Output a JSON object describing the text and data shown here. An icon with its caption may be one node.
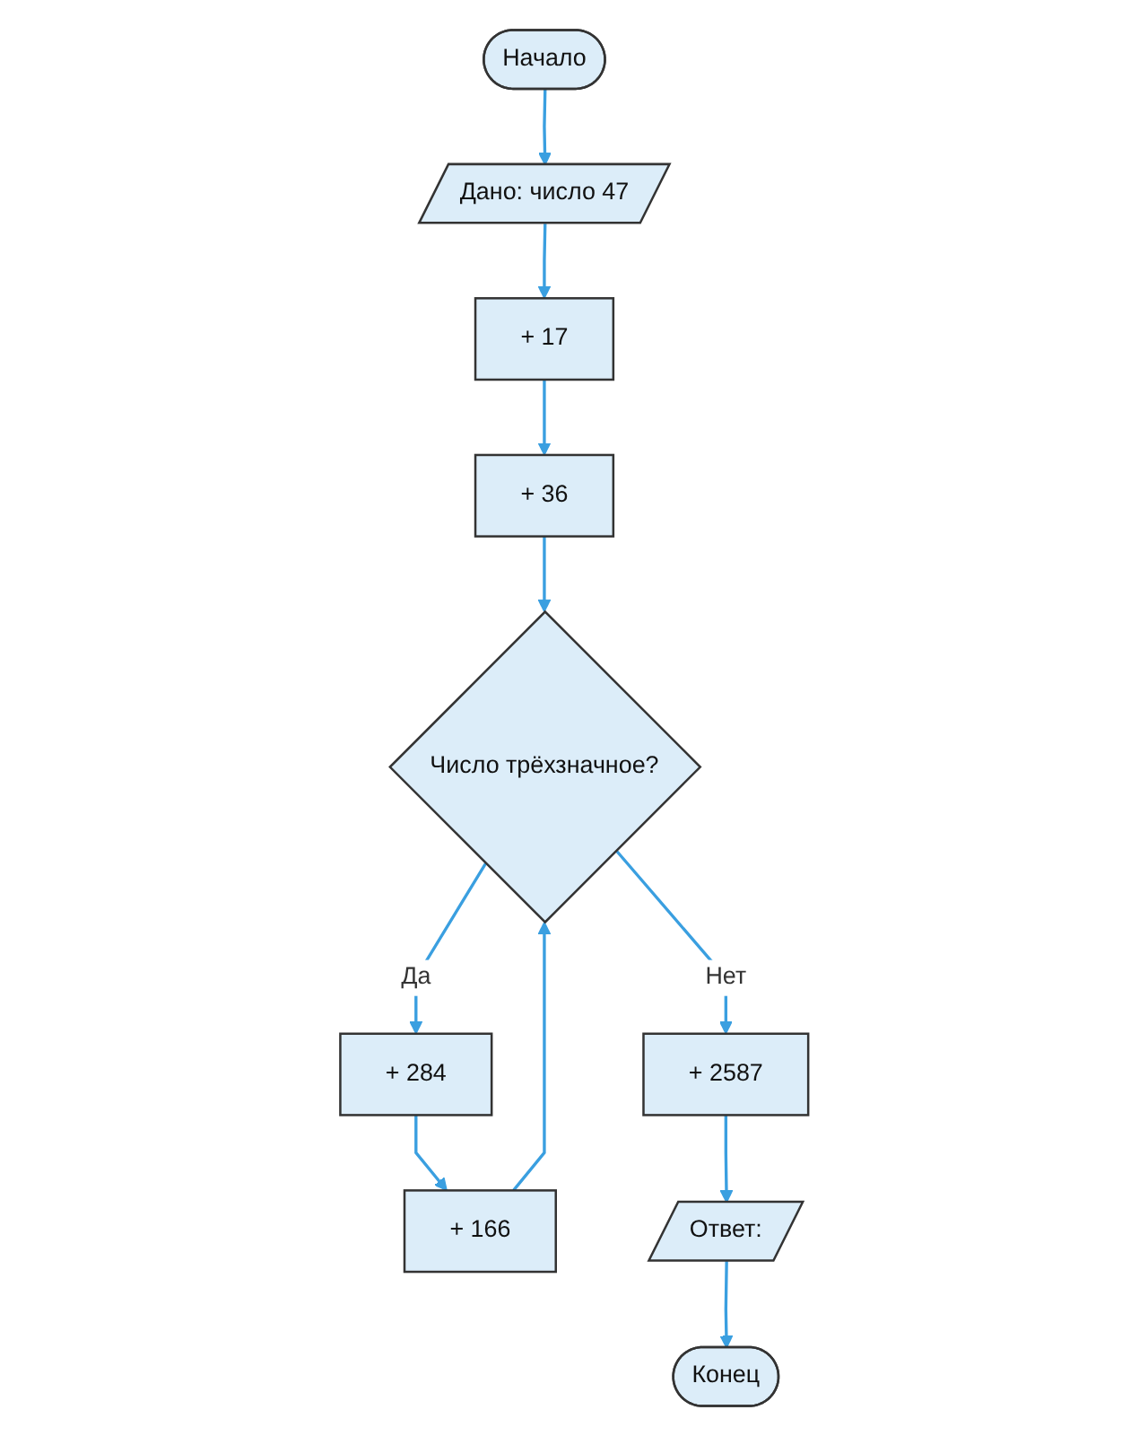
{
  "diagram": {
    "nodes": [
      {
        "text": [
          "Начало"
        ]
      },
      {
        "text": [
          "Дано: число 47"
        ]
      },
      {
        "text": [
          "+ 17"
        ]
      },
      {
        "text": [
          "+ 36"
        ]
      },
      {
        "text": [
          "Число трёхзначное?"
        ]
      },
      {
        "text": [
          "+ 284"
        ]
      },
      {
        "text": [
          "+ 166"
        ]
      },
      {
        "text": [
          "+ 2587"
        ]
      },
      {
        "text": [
          "Ответ:"
        ]
      },
      {
        "text": [
          "Конец"
        ]
      }
    ],
    "edges": [
      {
        "from": 0,
        "to": 1,
        "arrow": "to"
      },
      {
        "from": 1,
        "to": 2,
        "arrow": "to"
      },
      {
        "from": 2,
        "to": 3,
        "arrow": "to"
      },
      {
        "from": 3,
        "to": 4,
        "arrow": "to"
      },
      {
        "from": 4,
        "to": 5,
        "arrow": "to",
        "label": "Да"
      },
      {
        "from": 5,
        "to": 6,
        "arrow": "to"
      },
      {
        "from": 6,
        "to": 4,
        "arrow": "to"
      },
      {
        "from": 4,
        "to": 7,
        "arrow": "to",
        "label": "Нет"
      },
      {
        "from": 7,
        "to": 8,
        "arrow": "to"
      },
      {
        "from": 8,
        "to": 9,
        "arrow": "to"
      }
    ]
  }
}
